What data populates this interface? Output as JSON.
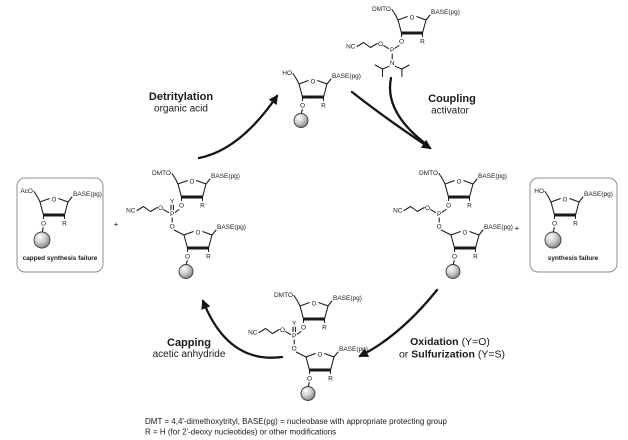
{
  "background": "#ffffff",
  "palette": {
    "ink": "#1a1a1a",
    "box_border": "#8f8f8f",
    "bead_shade": "#777777"
  },
  "cycle": {
    "steps": [
      {
        "name": "Detritylation",
        "reagent": "organic acid"
      },
      {
        "name": "Coupling",
        "reagent": "activator"
      },
      {
        "name": "Oxidation",
        "condition": "(Y=O)",
        "alt_prefix": "or",
        "alt_name": "Sulfurization",
        "alt_condition": "(Y=S)"
      },
      {
        "name": "Capping",
        "reagent": "acetic anhydride"
      }
    ]
  },
  "atom_labels": {
    "ho": "HO",
    "dmto": "DMTO",
    "aco": "AcO",
    "base": "BASE(pg)",
    "o": "O",
    "r": "R",
    "p": "P",
    "n": "N",
    "y": "Y",
    "nc": "NC",
    "plus": "+"
  },
  "byproducts": {
    "capped_failure": "capped synthesis failure",
    "failure": "synthesis failure"
  },
  "footnote": {
    "line1": "DMT = 4,4'-dimethoxytrityl, BASE(pg) = nucleobase with appropriate protecting group",
    "line2": "R = H (for 2'-deoxy nucleotides) or other modifications"
  }
}
